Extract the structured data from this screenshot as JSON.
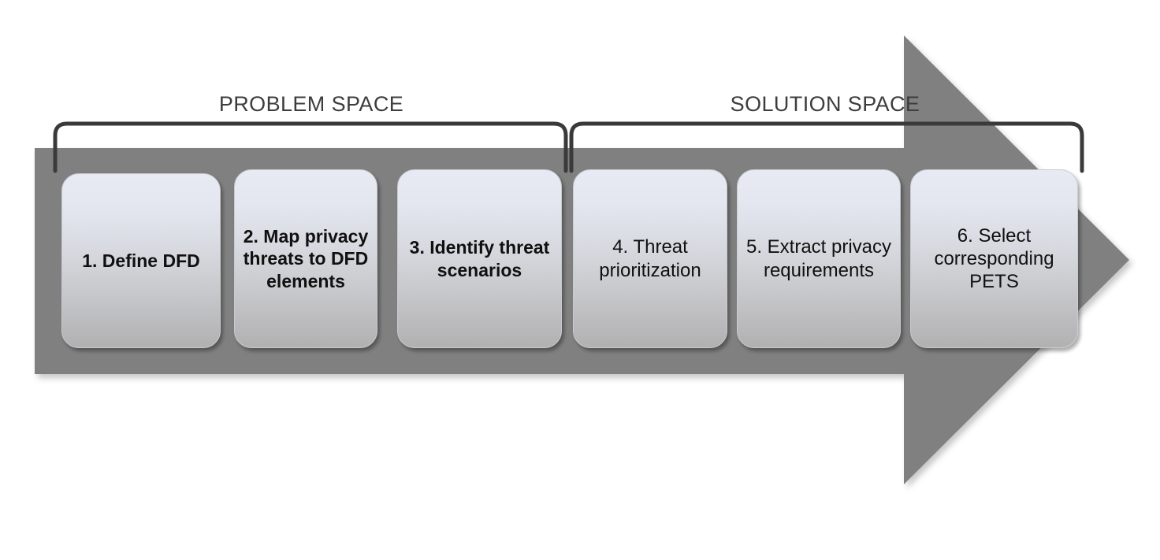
{
  "diagram": {
    "title": "Privacy threat modeling process arrow diagram",
    "background_color": "#ffffff",
    "arrow_color": "#808080",
    "bracket_color": "#3a3a3a",
    "label_color": "#3d3d3d",
    "box_gradient_top": "#e7eaf3",
    "box_gradient_bottom": "#b1b1b2",
    "box_text_color": "#101010"
  },
  "phases": [
    {
      "id": "problem-space",
      "label": "PROBLEM SPACE"
    },
    {
      "id": "solution-space",
      "label": "SOLUTION SPACE"
    }
  ],
  "steps": [
    {
      "number": "1.",
      "label": "1. Define DFD",
      "emphasis": "bold"
    },
    {
      "number": "2.",
      "label": "2. Map privacy threats to DFD elements",
      "emphasis": "bold"
    },
    {
      "number": "3.",
      "label": "3. Identify threat scenarios",
      "emphasis": "bold"
    },
    {
      "number": "4.",
      "label": "4. Threat prioritization",
      "emphasis": "regular"
    },
    {
      "number": "5.",
      "label": "5. Extract privacy requirements",
      "emphasis": "regular"
    },
    {
      "number": "6.",
      "label": "6. Select corresponding PETS",
      "emphasis": "regular"
    }
  ]
}
